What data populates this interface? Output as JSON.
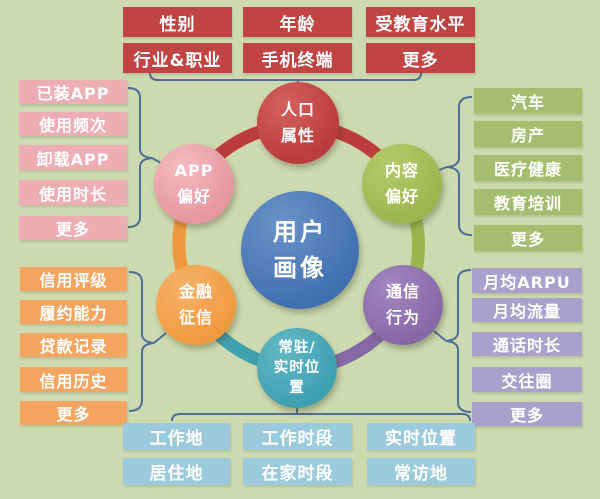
{
  "background_color": "#cdd9ae",
  "connector_color": "#4f6e99",
  "center_node": {
    "color": "#4a76b4",
    "lines": [
      "用户",
      "画像"
    ]
  },
  "ring_nodes": {
    "demographics": {
      "color": "#c04442",
      "lines": [
        "人口",
        "属性"
      ]
    },
    "app_preference": {
      "color": "#e9a0a9",
      "lines": [
        "APP",
        "偏好"
      ]
    },
    "content_preference": {
      "color": "#a3bd58",
      "lines": [
        "内容",
        "偏好"
      ]
    },
    "finance_credit": {
      "color": "#f2a14c",
      "lines": [
        "金融",
        "征信"
      ]
    },
    "telecom_behavior": {
      "color": "#8d70ac",
      "lines": [
        "通信",
        "行为"
      ]
    },
    "location": {
      "color": "#49a9b8",
      "lines": [
        "常驻/",
        "实时位",
        "置"
      ]
    }
  },
  "panels": {
    "demographics": {
      "color": "#c04442",
      "items": [
        "性别",
        "年龄",
        "受教育水平",
        "行业&职业",
        "手机终端",
        "更多"
      ]
    },
    "app_preference": {
      "color": "#edadb4",
      "items": [
        "已装APP",
        "使用频次",
        "卸载APP",
        "使用时长",
        "更多"
      ]
    },
    "content_preference": {
      "color": "#a4bd6e",
      "items": [
        "汽车",
        "房产",
        "医疗健康",
        "教育培训",
        "更多"
      ]
    },
    "finance_credit": {
      "color": "#f3a561",
      "items": [
        "信用评级",
        "履约能力",
        "贷款记录",
        "信用历史",
        "更多"
      ]
    },
    "telecom_behavior": {
      "color": "#aaa0cc",
      "items": [
        "月均ARPU",
        "月均流量",
        "通话时长",
        "交往圈",
        "更多"
      ]
    },
    "location": {
      "color": "#9ccadd",
      "items": [
        "工作地",
        "工作时段",
        "实时位置",
        "居住地",
        "在家时段",
        "常访地"
      ]
    }
  }
}
